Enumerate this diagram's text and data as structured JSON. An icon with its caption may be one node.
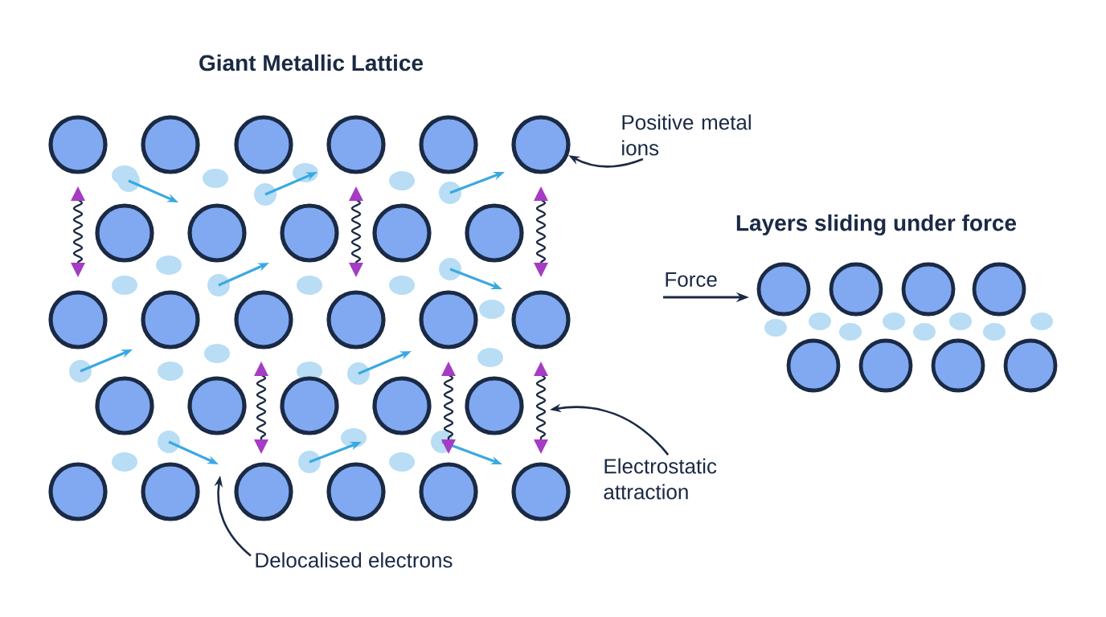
{
  "diagram": {
    "title": "Giant Metallic Lattice",
    "nodes": [
      {
        "text": [
          "Positive metal ions"
        ]
      },
      {
        "text": [],
        "shape": "circle"
      },
      {
        "text": [
          "Electrostatic attraction"
        ]
      },
      {
        "text": [
          "Delocalised electrons"
        ]
      }
    ],
    "edges": [
      {
        "from": 0,
        "to": 1,
        "arrow": "to"
      },
      {
        "from": 2,
        "to": null,
        "arrow": "to"
      },
      {
        "from": 3,
        "to": null,
        "arrow": "to"
      }
    ],
    "labels": [
      "Layers sliding under force",
      "Force"
    ]
  }
}
